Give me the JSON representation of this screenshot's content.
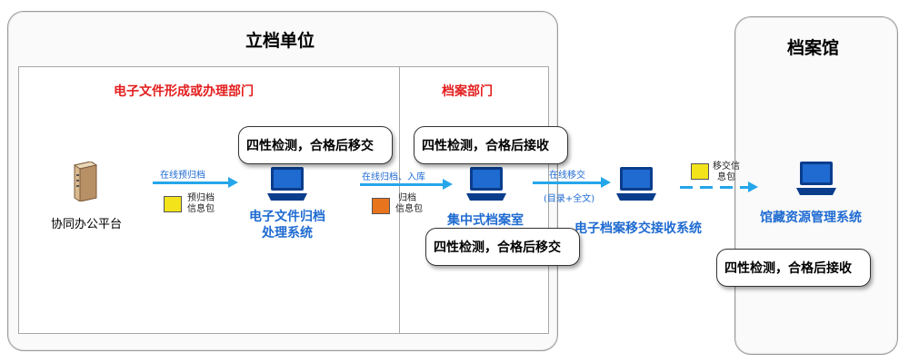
{
  "panels": {
    "unit_title": "立档单位",
    "archive_title": "档案馆",
    "dept_left": "电子文件形成或办理部门",
    "dept_right": "档案部门"
  },
  "nodes": {
    "oa_platform": "协同办公平台",
    "ef_system_l1": "电子文件归档",
    "ef_system_l2": "处理系统",
    "central_archive": "集中式档案室",
    "transfer_system": "电子档案移交接收系统",
    "resource_system": "馆藏资源管理系统"
  },
  "arrows": {
    "a1_label": "在线预归档",
    "a2_label": "在线归档、入库",
    "a3_label": "在线移交",
    "a3_sub": "(目录+全文)"
  },
  "packages": {
    "p1_l1": "预归档",
    "p1_l2": "信息包",
    "p2_l1": "归档",
    "p2_l2": "信息包",
    "p3_l1": "移交信",
    "p3_l2": "息包"
  },
  "bubbles": {
    "b1": "四性检测，合格后移交",
    "b2": "四性检测，合格后接收",
    "b3": "四性检测，合格后移交",
    "b4": "四性检测，合格后接收"
  },
  "colors": {
    "accent_blue": "#1f6bd1",
    "arrow_blue": "#25a6ea",
    "dept_red": "#e41e1e",
    "pkg_yellow": "#f3e31b",
    "pkg_orange": "#e8741e"
  },
  "icons": [
    "server-icon",
    "laptop-icon",
    "package-icon"
  ]
}
